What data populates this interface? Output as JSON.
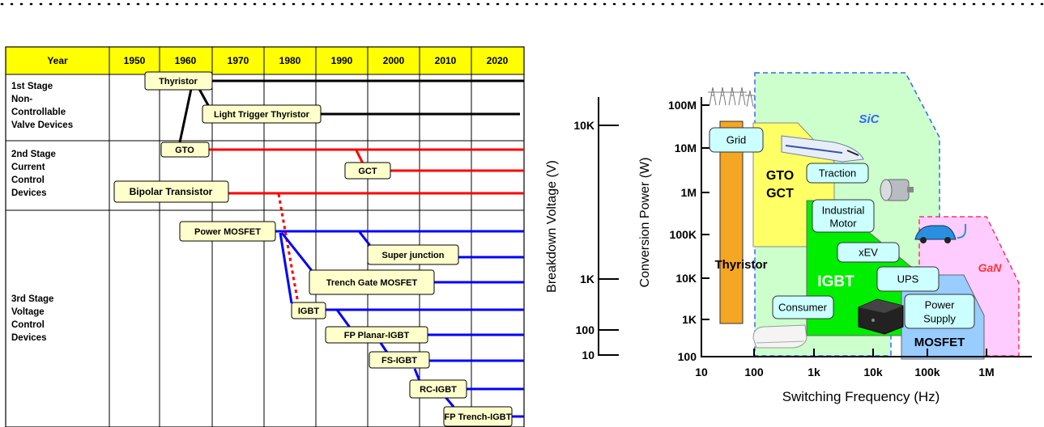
{
  "timeline": {
    "header_label": "Year",
    "years": [
      "1950",
      "1960",
      "1970",
      "1980",
      "1990",
      "2000",
      "2010",
      "2020"
    ],
    "stages": [
      {
        "lines": [
          "1st Stage",
          "Non-",
          "Controllable",
          "Valve Devices"
        ]
      },
      {
        "lines": [
          "2nd Stage",
          "Current",
          "Control",
          "Devices"
        ]
      },
      {
        "lines": [
          "3rd Stage",
          "Voltage",
          "Control",
          "Devices"
        ]
      }
    ],
    "devices": {
      "thyristor": "Thyristor",
      "light_trigger_thyristor": "Light Trigger Thyristor",
      "gto": "GTO",
      "gct": "GCT",
      "bipolar_transistor": "Bipolar Transistor",
      "power_mosfet": "Power MOSFET",
      "super_junction": "Super junction",
      "trench_gate_mosfet": "Trench Gate MOSFET",
      "igbt": "IGBT",
      "fp_planar_igbt": "FP Planar-IGBT",
      "fs_igbt": "FS-IGBT",
      "rc_igbt": "RC-IGBT",
      "fp_trench_igbt": "FP Trench-IGBT"
    },
    "colors": {
      "header_fill": "#ffff00",
      "label_fill": "#ffffcc",
      "stage1": "#000000",
      "stage2": "#ff0000",
      "stage3": "#0000ff"
    }
  },
  "voltage_axis": {
    "label": "Breakdown Voltage (V)",
    "ticks": [
      "10K",
      "1K",
      "100",
      "10"
    ]
  },
  "power_map": {
    "ylabel": "Conversion Power (W)",
    "xlabel": "Switching Frequency (Hz)",
    "y_ticks": [
      "100M",
      "10M",
      "1M",
      "100K",
      "10K",
      "1K",
      "100"
    ],
    "x_ticks": [
      "10",
      "100",
      "1k",
      "10k",
      "100k",
      "1M"
    ],
    "regions": {
      "sic": "SiC",
      "gan": "GaN",
      "gto": "GTO",
      "gct": "GCT",
      "thyristor": "Thyristor",
      "igbt": "IGBT",
      "mosfet": "MOSFET"
    },
    "applications": {
      "grid": "Grid",
      "traction": "Traction",
      "industrial_motor_1": "Industrial",
      "industrial_motor_2": "Motor",
      "xev": "xEV",
      "ups": "UPS",
      "consumer": "Consumer",
      "power_supply_1": "Power",
      "power_supply_2": "Supply"
    },
    "colors": {
      "sic": "#ccffcc",
      "gan": "#ffccff",
      "gto": "#ffff66",
      "thyristor": "#f5a623",
      "igbt": "#00ee00",
      "mosfet": "#99ccff",
      "app_box": "#ccffff"
    }
  }
}
